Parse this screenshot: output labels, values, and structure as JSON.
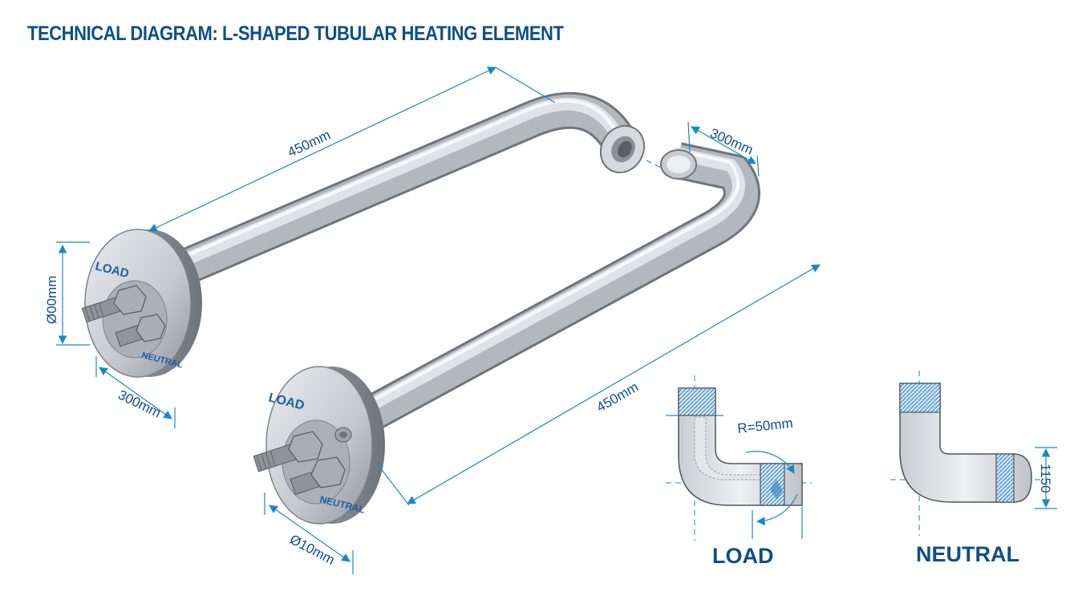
{
  "title": "TECHNICAL DIAGRAM: L-SHAPED TUBULAR HEATING ELEMENT",
  "dimensions": {
    "top_length": "450mm",
    "top_right_width": "300mm",
    "flange1_diameter": "Ø00mm",
    "flange1_width": "300mm",
    "bottom_length": "450mm",
    "flange2_diameter": "Ø10mm",
    "bend_radius": "R=50mm",
    "neutral_height": "1150"
  },
  "flange_labels": {
    "flange1_load": "LOAD",
    "flange1_neutral": "NEUTRAL",
    "flange2_load": "LOAD",
    "flange2_neutral": "NEUTRAL"
  },
  "detail_views": {
    "load_caption": "LOAD",
    "neutral_caption": "NEUTRAL"
  },
  "colors": {
    "accent": "#0f4e85",
    "dimension_line": "#1a88c8",
    "metal": "#b9bdc2"
  }
}
